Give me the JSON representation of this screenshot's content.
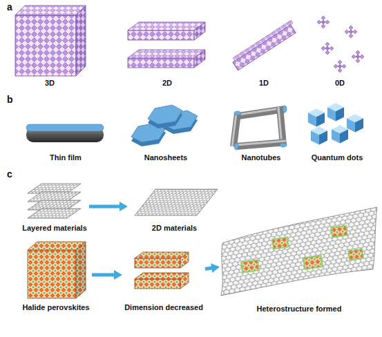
{
  "diagram": {
    "nodes": [
      {
        "text": [
          "Layered materials"
        ]
      },
      {
        "text": [
          "2D materials"
        ]
      },
      {
        "text": [
          "Halide perovskites"
        ]
      },
      {
        "text": [
          "Dimension decreased"
        ]
      },
      {
        "text": [
          "Heterostructure formed"
        ]
      }
    ],
    "edges": [
      {
        "from": 0,
        "to": 1,
        "arrow": "to"
      },
      {
        "from": 2,
        "to": 3,
        "arrow": "to"
      },
      {
        "from": 3,
        "to": 4,
        "arrow": "to"
      }
    ],
    "labels": [
      "a",
      "3D",
      "2D",
      "1D",
      "0D",
      "b",
      "Thin film",
      "Nanosheets",
      "Nanotubes",
      "Quantum dots",
      "c"
    ]
  }
}
